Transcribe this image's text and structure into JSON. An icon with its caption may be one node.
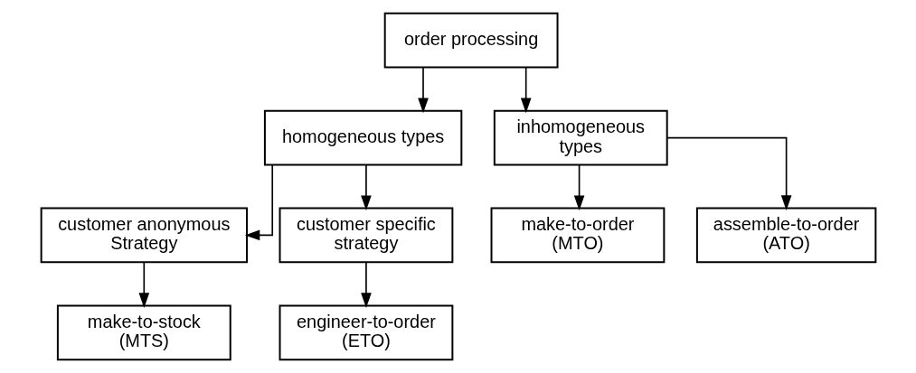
{
  "diagram": {
    "nodes": [
      {
        "text": [
          "order processing"
        ]
      },
      {
        "text": [
          "homogeneous types"
        ]
      },
      {
        "text": [
          "inhomogeneous types"
        ]
      },
      {
        "text": [
          "customer anonymous Strategy"
        ]
      },
      {
        "text": [
          "customer specific strategy"
        ]
      },
      {
        "text": [
          "make-to-stock (MTS)"
        ]
      },
      {
        "text": [
          "engineer-to-order (ETO)"
        ]
      },
      {
        "text": [
          "make-to-order (MTO)"
        ]
      },
      {
        "text": [
          "assemble-to-order (ATO)"
        ]
      }
    ],
    "edges": [
      {
        "from": 0,
        "to": 1,
        "arrow": "to"
      },
      {
        "from": 0,
        "to": 2,
        "arrow": "to"
      },
      {
        "from": 1,
        "to": 3,
        "arrow": "to"
      },
      {
        "from": 1,
        "to": 4,
        "arrow": "to"
      },
      {
        "from": 3,
        "to": 5,
        "arrow": "to"
      },
      {
        "from": 4,
        "to": 6,
        "arrow": "to"
      },
      {
        "from": 2,
        "to": 7,
        "arrow": "to"
      },
      {
        "from": 2,
        "to": 8,
        "arrow": "to"
      }
    ]
  }
}
